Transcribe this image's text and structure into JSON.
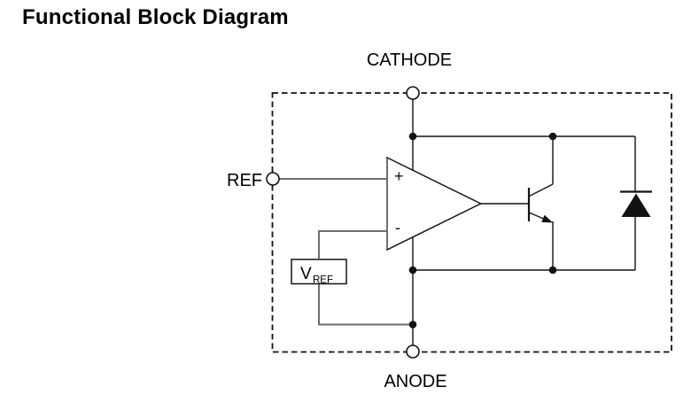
{
  "title": "Functional Block Diagram",
  "diagram": {
    "pin_labels": {
      "cathode": "CATHODE",
      "anode": "ANODE",
      "ref": "REF"
    },
    "opamp": {
      "plus": "+",
      "minus": "-"
    },
    "vref": {
      "symbol": "V",
      "subscript": "REF"
    },
    "colors": {
      "background": "#ffffff",
      "line": "#121212",
      "wire": "#6e6e6e",
      "text": "#000000"
    }
  }
}
